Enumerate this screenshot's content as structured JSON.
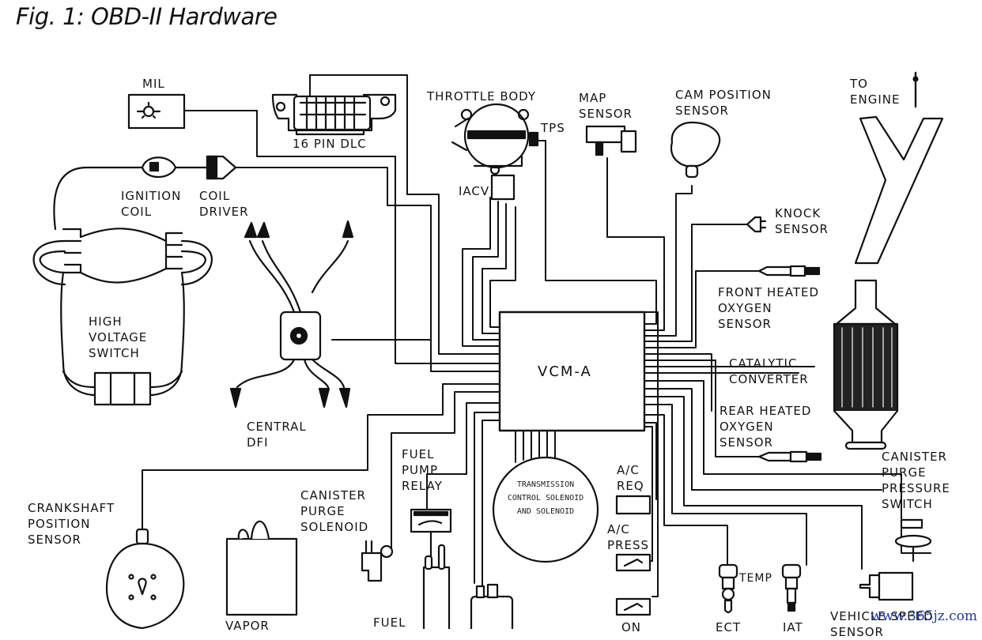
{
  "figure": {
    "title": "Fig. 1: OBD-II Hardware"
  },
  "central_module": {
    "label": "VCM-A"
  },
  "components": {
    "mil": "MIL",
    "dlc": "16 PIN DLC",
    "throttle_body": "THROTTLE BODY",
    "tps": "TPS",
    "iacv": "IACV",
    "map_sensor": "MAP\nSENSOR",
    "cam_position_sensor": "CAM POSITION\nSENSOR",
    "to_engine": "TO\nENGINE",
    "ignition_coil": "IGNITION\nCOIL",
    "coil_driver": "COIL\nDRIVER",
    "knock_sensor": "KNOCK\nSENSOR",
    "front_heated_oxygen_sensor": "FRONT HEATED\nOXYGEN\nSENSOR",
    "high_voltage_switch": "HIGH\nVOLTAGE\nSWITCH",
    "central_dfi": "CENTRAL\nDFI",
    "catalytic_converter": "CATALYTIC\nCONVERTER",
    "rear_heated_oxygen_sensor": "REAR HEATED\nOXYGEN\nSENSOR",
    "canister_purge_pressure_switch": "CANISTER\nPURGE\nPRESSURE\nSWITCH",
    "crankshaft_position_sensor": "CRANKSHAFT\nPOSITION\nSENSOR",
    "canister_purge_solenoid": "CANISTER\nPURGE\nSOLENOID",
    "fuel_pump_relay": "FUEL\nPUMP\nRELAY",
    "transmission_control_solenoids": "TRANSMISSION\nCONTROL\nSOLENOID\nAND\nSOLENOID",
    "ac_req": "A/C\nREQ",
    "ac_press": "A/C\nPRESS",
    "temp": "TEMP",
    "vapor": "VAPOR",
    "fuel": "FUEL",
    "on": "ON",
    "ect": "ECT",
    "iat": "IAT",
    "vehicle_speed_sensor": "VEHICLE SPEED\nSENSOR"
  },
  "watermark": "www.365jz.com"
}
